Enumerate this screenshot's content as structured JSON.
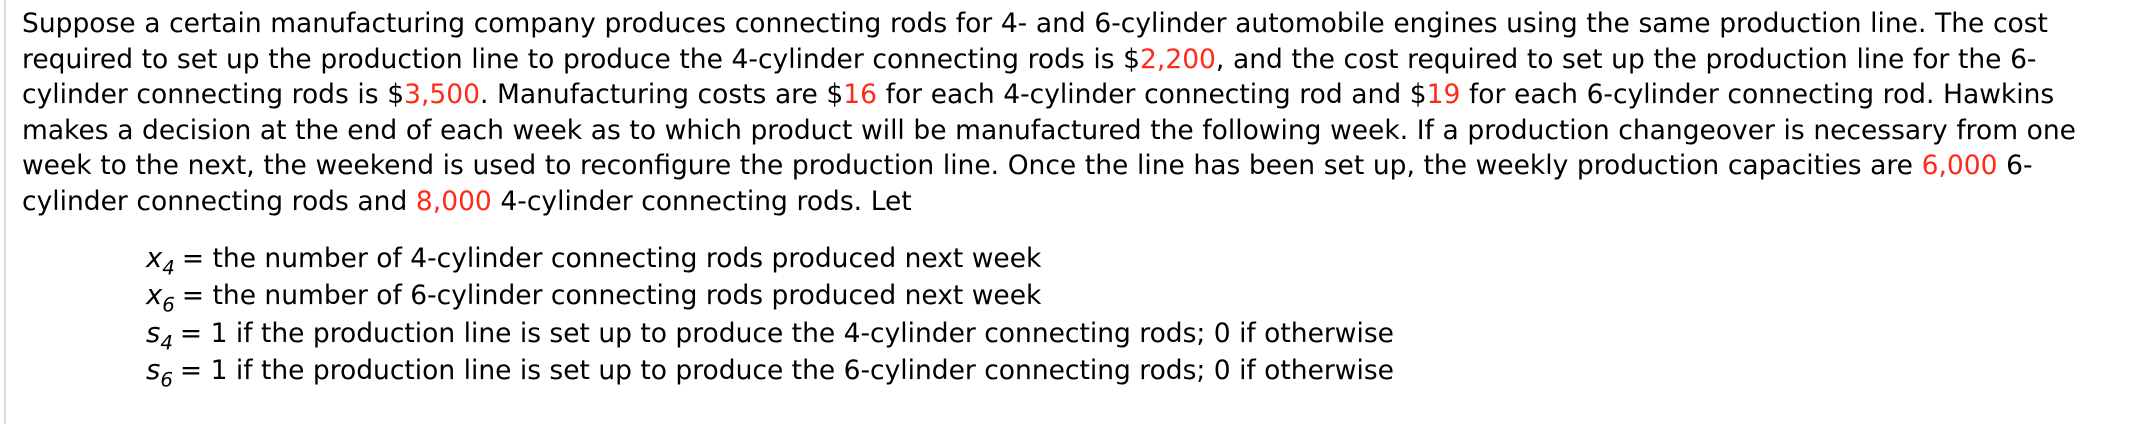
{
  "document": {
    "type": "math-word-problem",
    "paragraph": {
      "segments": [
        {
          "text": "Suppose a certain manufacturing company produces connecting rods for 4- and 6-cylinder automobile engines using the same production line. The cost required to set up the production line to produce the 4-cylinder connecting rods is $",
          "highlight": false
        },
        {
          "text": "2,200",
          "highlight": true
        },
        {
          "text": ", and the cost required to set up the production line for the 6-cylinder connecting rods is $",
          "highlight": false
        },
        {
          "text": "3,500",
          "highlight": true
        },
        {
          "text": ". Manufacturing costs are $",
          "highlight": false
        },
        {
          "text": "16",
          "highlight": true
        },
        {
          "text": " for each 4-cylinder connecting rod and $",
          "highlight": false
        },
        {
          "text": "19",
          "highlight": true
        },
        {
          "text": " for each 6-cylinder connecting rod. Hawkins makes a decision at the end of each week as to which product will be manufactured the following week. If a production changeover is necessary from one week to the next, the weekend is used to reconfigure the production line. Once the line has been set up, the weekly production capacities are ",
          "highlight": false
        },
        {
          "text": "6,000",
          "highlight": true
        },
        {
          "text": " 6-cylinder connecting rods and ",
          "highlight": false
        },
        {
          "text": "8,000",
          "highlight": true
        },
        {
          "text": " 4-cylinder connecting rods. Let",
          "highlight": false
        }
      ],
      "plain_text": "Suppose a certain manufacturing company produces connecting rods for 4- and 6-cylinder automobile engines using the same production line. The cost required to set up the production line to produce the 4-cylinder connecting rods is $2,200, and the cost required to set up the production line for the 6-cylinder connecting rods is $3,500. Manufacturing costs are $16 for each 4-cylinder connecting rod and $19 for each 6-cylinder connecting rod. Hawkins makes a decision at the end of each week as to which product will be manufactured the following week. If a production changeover is necessary from one week to the next, the weekend is used to reconfigure the production line. Once the line has been set up, the weekly production capacities are 6,000 6-cylinder connecting rods and 8,000 4-cylinder connecting rods. Let"
    },
    "highlight_values": {
      "setup_cost_4cyl": "2,200",
      "setup_cost_6cyl": "3,500",
      "mfg_cost_4cyl": "16",
      "mfg_cost_6cyl": "19",
      "capacity_6cyl": "6,000",
      "capacity_4cyl": "8,000"
    },
    "highlight_color": "#ff2a18",
    "text_color": "#000000",
    "background_color": "#ffffff",
    "definitions": [
      {
        "symbol": "x",
        "subscript": "4",
        "equals": "=",
        "description": "the number of 4-cylinder connecting rods produced next week"
      },
      {
        "symbol": "x",
        "subscript": "6",
        "equals": "=",
        "description": "the number of 6-cylinder connecting rods produced next week"
      },
      {
        "symbol": "s",
        "subscript": "4",
        "equals": "=",
        "description": "1 if the production line is set up to produce the 4-cylinder connecting rods; 0 if otherwise"
      },
      {
        "symbol": "s",
        "subscript": "6",
        "equals": "=",
        "description": "1 if the production line is set up to produce the 6-cylinder connecting rods; 0 if otherwise"
      }
    ]
  }
}
